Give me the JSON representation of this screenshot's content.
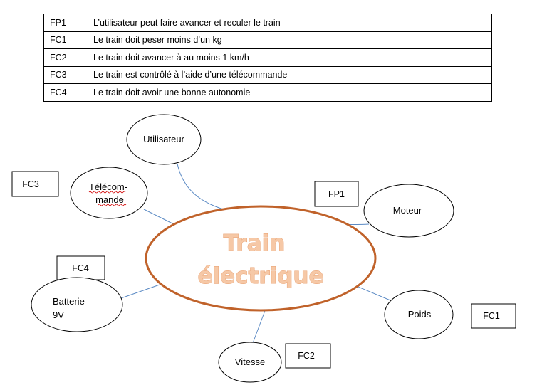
{
  "requirements": [
    {
      "code": "FP1",
      "text": "L’utilisateur peut faire avancer et reculer le train"
    },
    {
      "code": "FC1",
      "text": "Le train doit peser moins d’un kg"
    },
    {
      "code": "FC2",
      "text": "Le train doit avancer à au moins 1 km/h"
    },
    {
      "code": "FC3",
      "text": "Le train est contrôlé à l’aide d’une télécommande"
    },
    {
      "code": "FC4",
      "text": "Le train doit avoir une bonne autonomie"
    }
  ],
  "diagram": {
    "center": {
      "line1": "Train",
      "line2": "électrique"
    },
    "nodes": {
      "utilisateur": "Utilisateur",
      "telecommande_line1": "Télécom-",
      "telecommande_line2": "mande",
      "moteur": "Moteur",
      "batterie_line1": "Batterie",
      "batterie_line2": "9V",
      "poids": "Poids",
      "vitesse": "Vitesse"
    },
    "labels": {
      "fp1": "FP1",
      "fc1": "FC1",
      "fc2": "FC2",
      "fc3": "FC3",
      "fc4": "FC4"
    },
    "colors": {
      "center_outline": "#c0622a",
      "center_text": "#f6c8a6",
      "connector": "#5b8ac4"
    }
  }
}
